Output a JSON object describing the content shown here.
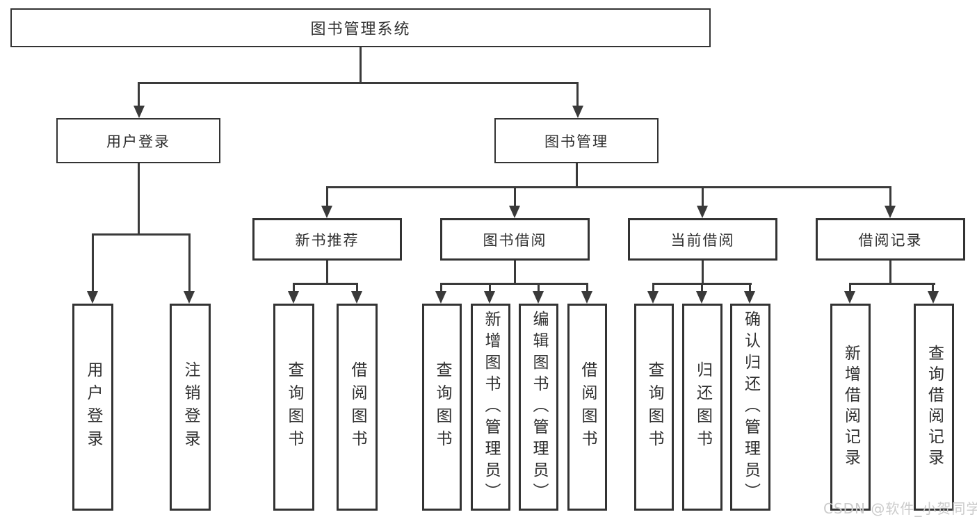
{
  "tree": {
    "root": "图书管理系统",
    "children": [
      {
        "label": "用户登录",
        "children": [
          {
            "label": "用户登录"
          },
          {
            "label": "注销登录"
          }
        ]
      },
      {
        "label": "图书管理",
        "children": [
          {
            "label": "新书推荐",
            "children": [
              {
                "label": "查询图书"
              },
              {
                "label": "借阅图书"
              }
            ]
          },
          {
            "label": "图书借阅",
            "children": [
              {
                "label": "查询图书"
              },
              {
                "label": "新增图书（管理员）"
              },
              {
                "label": "编辑图书（管理员）"
              },
              {
                "label": "借阅图书"
              }
            ]
          },
          {
            "label": "当前借阅",
            "children": [
              {
                "label": "查询图书"
              },
              {
                "label": "归还图书"
              },
              {
                "label": "确认归还（管理员）"
              }
            ]
          },
          {
            "label": "借阅记录",
            "children": [
              {
                "label": "新增借阅记录"
              },
              {
                "label": "查询借阅记录"
              }
            ]
          }
        ]
      }
    ]
  },
  "watermark": {
    "text": "CSDN @软件_小贺同学"
  },
  "colors": {
    "line": "#3a3a3a",
    "box_border": "#333333",
    "text": "#2f2f2f",
    "watermark": "#cbcbcb",
    "background": "#ffffff"
  }
}
